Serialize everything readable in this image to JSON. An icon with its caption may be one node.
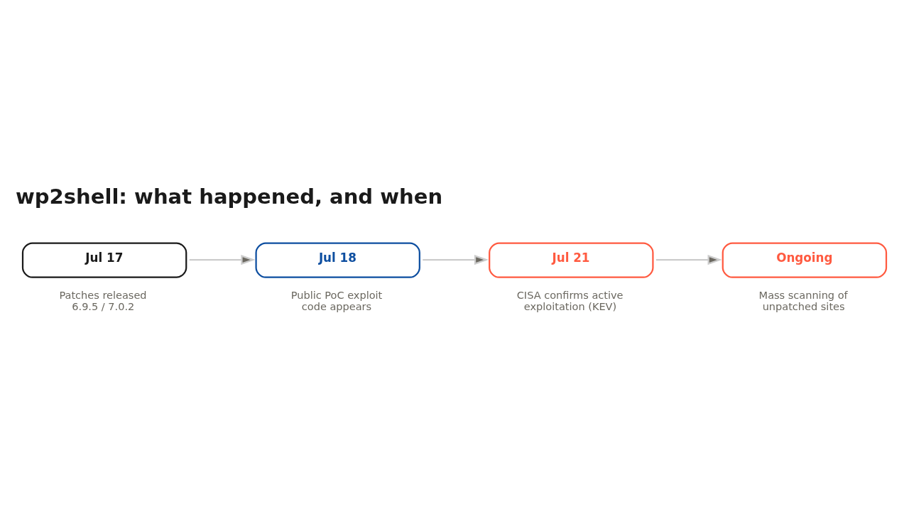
{
  "diagram": {
    "title": "wp2shell: what happened, and when",
    "nodes": [
      {
        "text": [
          "Jul 17"
        ],
        "beside": [
          "Patches released 6.9.5 / 7.0.2"
        ]
      },
      {
        "text": [
          "Jul 18"
        ],
        "beside": [
          "Public PoC exploit code appears"
        ]
      },
      {
        "text": [
          "Jul 21"
        ],
        "beside": [
          "CISA confirms active exploitation (KEV)"
        ]
      },
      {
        "text": [
          "Ongoing"
        ],
        "beside": [
          "Mass scanning of unpatched sites"
        ]
      }
    ],
    "edges": [
      {
        "from": 0,
        "to": 1,
        "arrow": "to"
      },
      {
        "from": 1,
        "to": 2,
        "arrow": "to"
      },
      {
        "from": 2,
        "to": 3,
        "arrow": "to"
      }
    ]
  }
}
